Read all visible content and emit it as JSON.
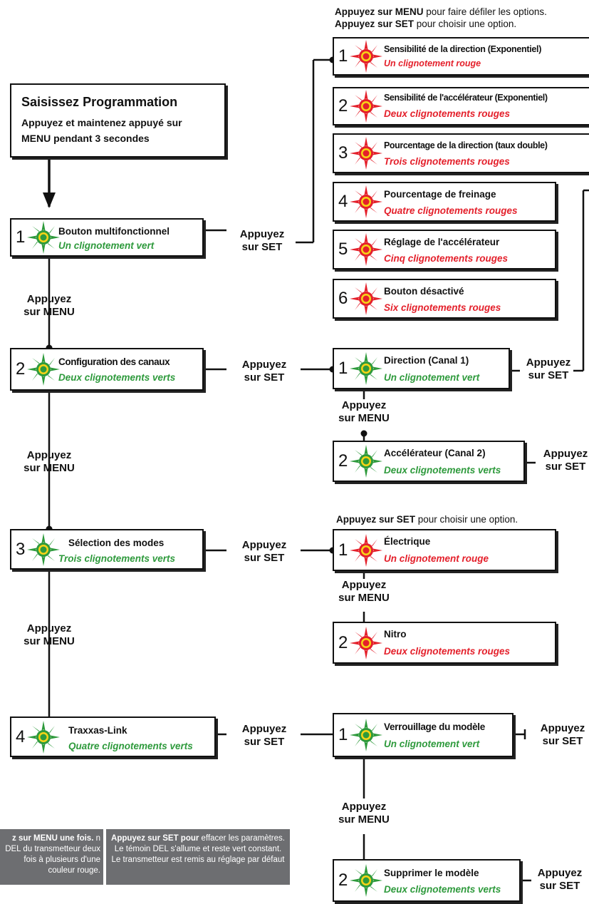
{
  "start": {
    "title": "Saisissez Programmation",
    "instruction": "Appuyez et maintenez appuyé sur MENU pendant 3 secondes"
  },
  "press_set": [
    "Appuyez",
    "sur SET"
  ],
  "press_menu": [
    "Appuyez",
    "sur MENU"
  ],
  "main_menu": [
    {
      "num": "1",
      "label": "Bouton multifonctionnel",
      "blink": "Un clignotement vert",
      "led": "green"
    },
    {
      "num": "2",
      "label": "Configuration des canaux",
      "blink": "Deux clignotements verts",
      "led": "green"
    },
    {
      "num": "3",
      "label": "Sélection des modes",
      "blink": "Trois clignotements verts",
      "led": "green"
    },
    {
      "num": "4",
      "label": "Traxxas-Link",
      "blink": "Quatre clignotements verts",
      "led": "green"
    }
  ],
  "multi_note": {
    "line1_bold": "Appuyez sur MENU",
    "line1_rest": " pour faire défiler les options.",
    "line2_bold": "Appuyez sur SET",
    "line2_rest": " pour choisir une option."
  },
  "multi_options": [
    {
      "num": "1",
      "label": "Sensibilité de la direction (Exponentiel)",
      "blink": "Un clignotement rouge",
      "led": "red"
    },
    {
      "num": "2",
      "label": "Sensibilité de l'accélérateur (Exponentiel)",
      "blink": "Deux clignotements rouges",
      "led": "red"
    },
    {
      "num": "3",
      "label": "Pourcentage de la direction (taux double)",
      "blink": "Trois clignotements rouges",
      "led": "red"
    },
    {
      "num": "4",
      "label": "Pourcentage de freinage",
      "blink": "Quatre clignotements rouges",
      "led": "red"
    },
    {
      "num": "5",
      "label": "Réglage de l'accélérateur",
      "blink": "Cinq clignotements rouges",
      "led": "red"
    },
    {
      "num": "6",
      "label": "Bouton désactivé",
      "blink": "Six clignotements rouges",
      "led": "red"
    }
  ],
  "channel_options": [
    {
      "num": "1",
      "label": "Direction (Canal 1)",
      "blink": "Un clignotement vert",
      "led": "green"
    },
    {
      "num": "2",
      "label": "Accélérateur (Canal 2)",
      "blink": "Deux clignotements verts",
      "led": "green"
    }
  ],
  "mode_note": {
    "bold": "Appuyez sur SET",
    "rest": " pour choisir une option."
  },
  "mode_options": [
    {
      "num": "1",
      "label": "Électrique",
      "blink": "Un clignotement rouge",
      "led": "red"
    },
    {
      "num": "2",
      "label": "Nitro",
      "blink": "Deux clignotements rouges",
      "led": "red"
    }
  ],
  "link_options": [
    {
      "num": "1",
      "label": "Verrouillage du modèle",
      "blink": "Un clignotement vert",
      "led": "green"
    },
    {
      "num": "2",
      "label": "Supprimer le modèle",
      "blink": "Deux clignotements verts",
      "led": "green"
    }
  ],
  "info_left": {
    "bold": "z sur MENU une fois.",
    "text": "n DEL du transmetteur deux fois à plusieurs d'une couleur rouge."
  },
  "info_right": {
    "bold": "Appuyez sur SET pour",
    "text": " effacer les paramètres. Le témoin DEL s'allume et reste vert constant. Le transmetteur est remis au réglage par défaut"
  },
  "colors": {
    "green": "#2e9a3c",
    "red": "#e4202b",
    "info_bg": "#6d6e71"
  },
  "icons": [
    "led-icon"
  ]
}
